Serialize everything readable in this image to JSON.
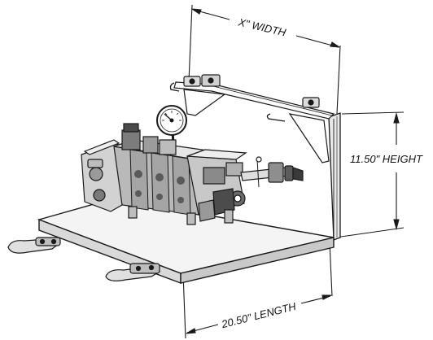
{
  "dimensions": {
    "width_label": "X\" WIDTH",
    "height_label": "11.50\" HEIGHT",
    "length_label": "20.50\" LENGTH"
  },
  "colors": {
    "ink": "#1a1a1a",
    "shade": "#3a3a3a",
    "base_fill": "#f4f4f4"
  }
}
